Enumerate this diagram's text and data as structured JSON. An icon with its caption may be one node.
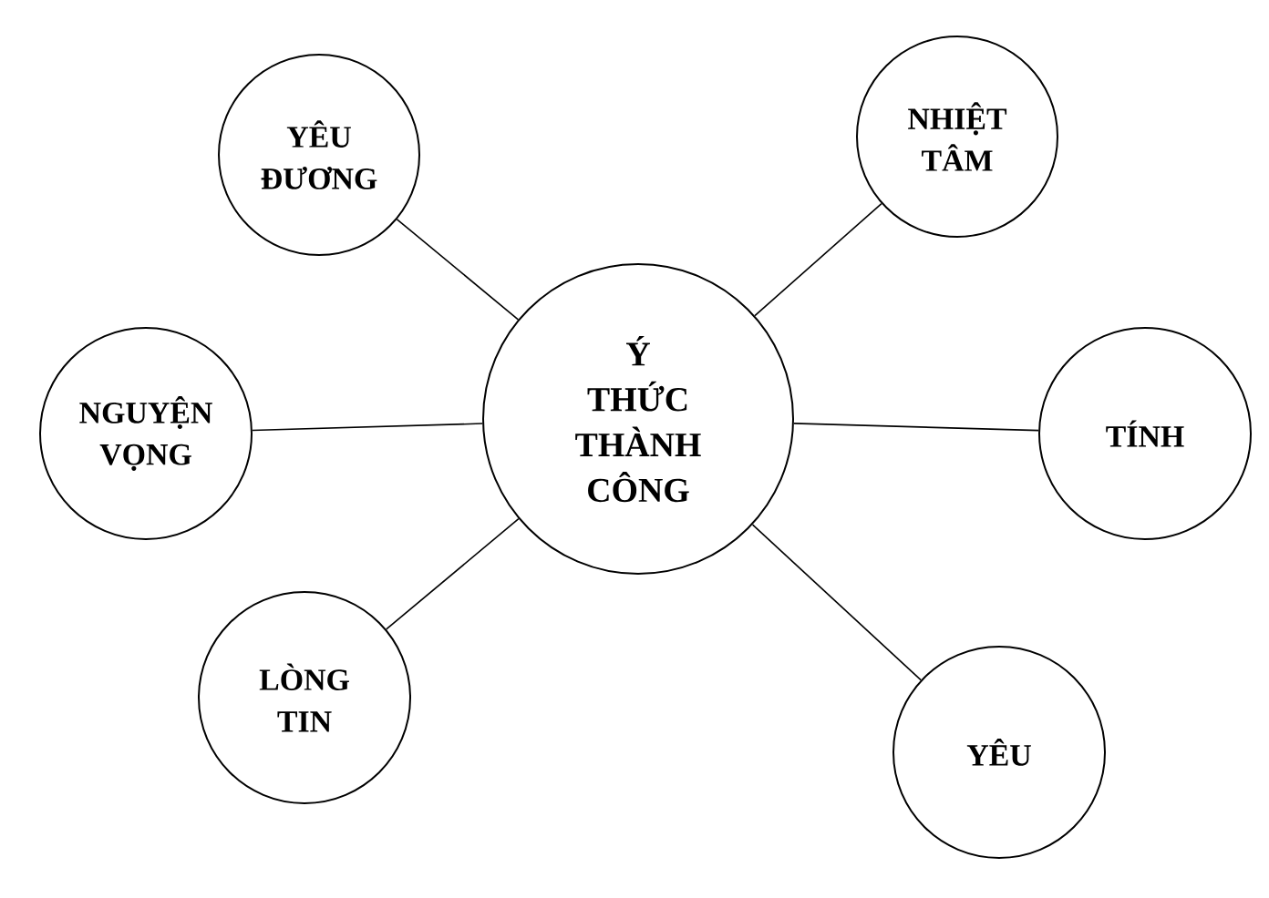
{
  "diagram": {
    "nodes": [
      {
        "text": [
          "Ý THỨC THÀNH CÔNG"
        ]
      },
      {
        "text": [
          "YÊU ĐƯƠNG"
        ]
      },
      {
        "text": [
          "NHIỆT TÂM"
        ]
      },
      {
        "text": [
          "NGUYỆN VỌNG"
        ]
      },
      {
        "text": [
          "TÍNH"
        ]
      },
      {
        "text": [
          "LÒNG TIN"
        ]
      },
      {
        "text": [
          "YÊU"
        ]
      }
    ],
    "edges": [
      {
        "from": 0,
        "to": 1,
        "arrow": "none"
      },
      {
        "from": 0,
        "to": 2,
        "arrow": "none"
      },
      {
        "from": 0,
        "to": 3,
        "arrow": "none"
      },
      {
        "from": 0,
        "to": 4,
        "arrow": "none"
      },
      {
        "from": 0,
        "to": 5,
        "arrow": "none"
      },
      {
        "from": 0,
        "to": 6,
        "arrow": "none"
      }
    ]
  }
}
